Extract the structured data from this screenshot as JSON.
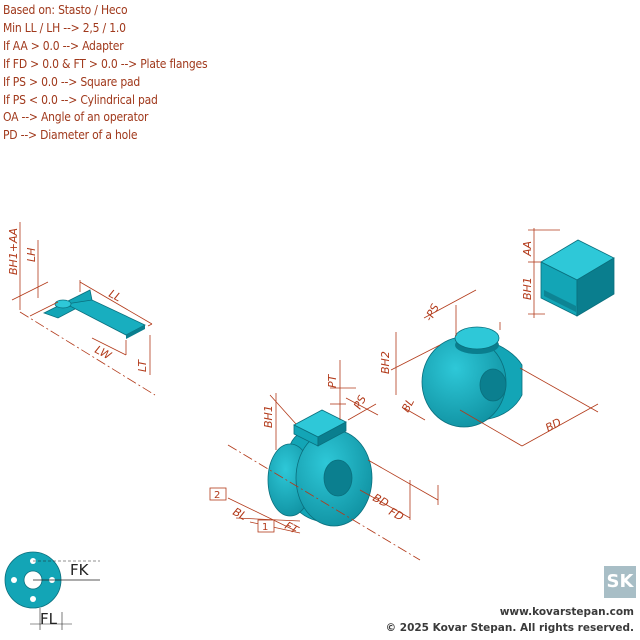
{
  "notes": [
    "Based on: Stasto / Heco",
    "Min LL / LH --> 2,5 / 1.0",
    "If AA > 0.0 --> Adapter",
    "If FD > 0.0 & FT > 0.0 --> Plate flanges",
    "If PS > 0.0 --> Square pad",
    "If PS < 0.0 --> Cylindrical pad",
    "OA --> Angle of an operator",
    "PD --> Diameter of a hole"
  ],
  "lever": {
    "bh_aa": "BH1+AA",
    "lh": "LH",
    "ll": "LL",
    "lw": "LW",
    "lt": "LT"
  },
  "adapter": {
    "aa": "AA",
    "bh1": "BH1"
  },
  "cyl_pad": {
    "ps": "-PS",
    "bh2": "BH2",
    "bl": "BL",
    "bd": "BD"
  },
  "flanged": {
    "pt": "PT",
    "ps": "PS",
    "bh1": "BH1",
    "bd": "BD",
    "fd": "FD",
    "bl": "BL",
    "ft": "FT",
    "n2": "2",
    "n1": "1"
  },
  "flange_legend": {
    "fk": "FK",
    "fl": "FL"
  },
  "footer": {
    "website": "www.kovarstepan.com",
    "copyright": "© 2025 Kovar Stepan. All rights reserved.",
    "logo": "SK"
  },
  "colors": {
    "body": "#13a5b6",
    "shade": "#0a7e8e",
    "dimension": "#b23a1a"
  }
}
